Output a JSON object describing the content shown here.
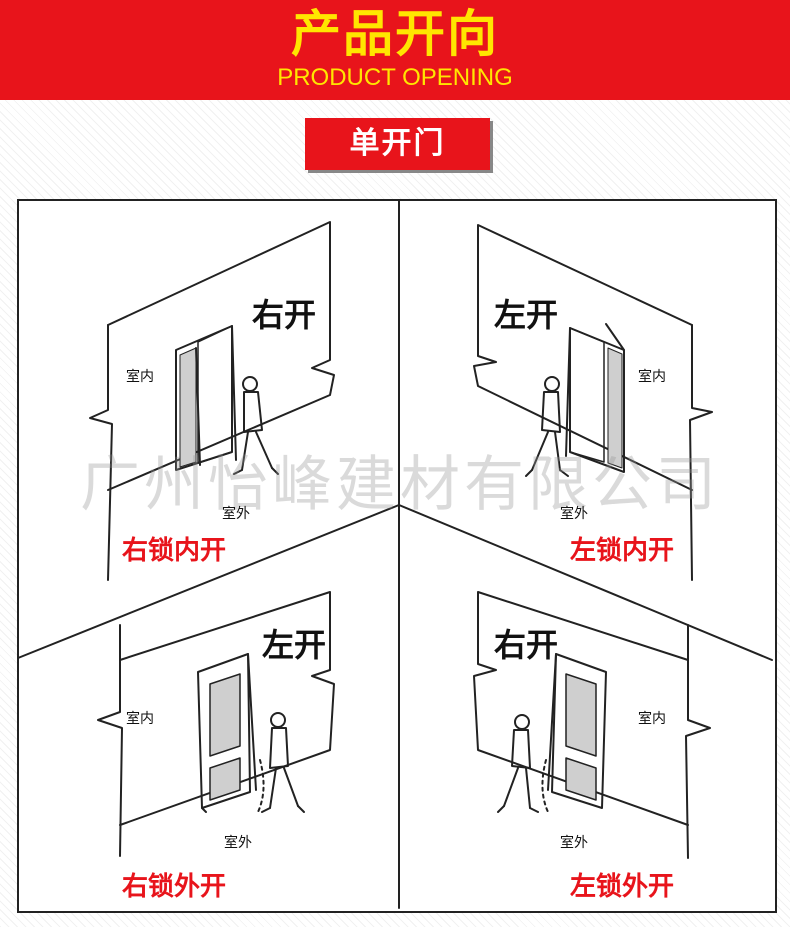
{
  "header": {
    "title": "产品开向",
    "subtitle": "PRODUCT OPENING"
  },
  "section_tag": "单开门",
  "watermark": "广州怡峰建材有限公司",
  "quadrants": [
    {
      "opening": "右开",
      "indoor": "室内",
      "outdoor": "室外",
      "type": "右锁内开"
    },
    {
      "opening": "左开",
      "indoor": "室内",
      "outdoor": "室外",
      "type": "左锁内开"
    },
    {
      "opening": "左开",
      "indoor": "室内",
      "outdoor": "室外",
      "type": "右锁外开"
    },
    {
      "opening": "右开",
      "indoor": "室内",
      "outdoor": "室外",
      "type": "左锁外开"
    }
  ],
  "colors": {
    "accent": "#e8141b",
    "title_text": "#ffe600"
  }
}
